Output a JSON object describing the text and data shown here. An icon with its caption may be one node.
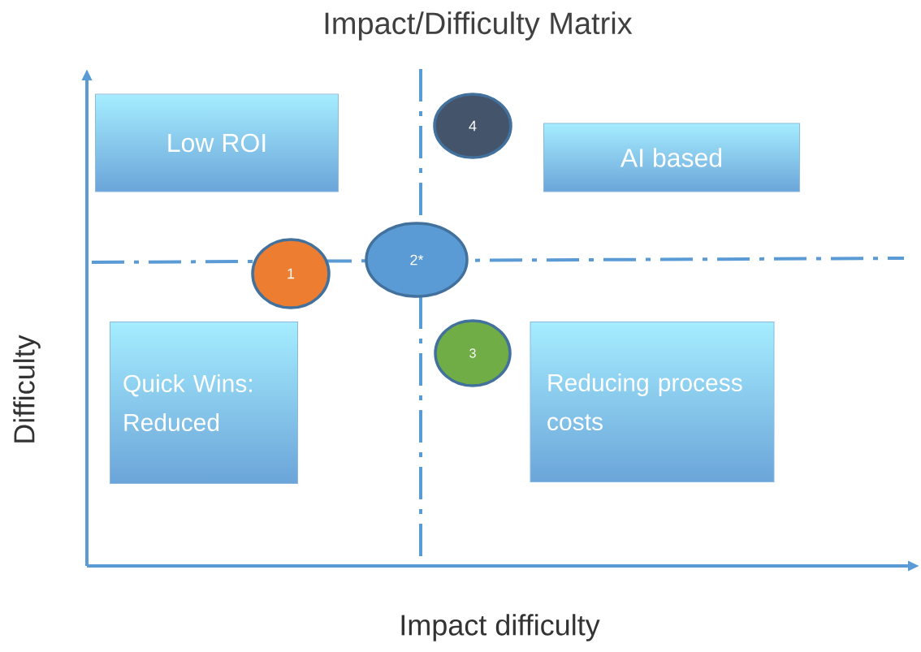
{
  "diagram": {
    "title": "Impact/Difficulty  Matrix",
    "nodes": [
      {
        "text": [
          "Low ROI"
        ]
      },
      {
        "text": [
          "4"
        ]
      },
      {
        "text": [
          "AI based"
        ]
      },
      {
        "text": [
          "1"
        ]
      },
      {
        "text": [
          "2*"
        ]
      },
      {
        "text": [
          "Quick Wins: Reduced"
        ]
      },
      {
        "text": [
          "3"
        ]
      },
      {
        "text": [
          "Reducing process costs"
        ]
      }
    ],
    "labels": [
      "Difficulty",
      "Impact difficulty"
    ]
  }
}
